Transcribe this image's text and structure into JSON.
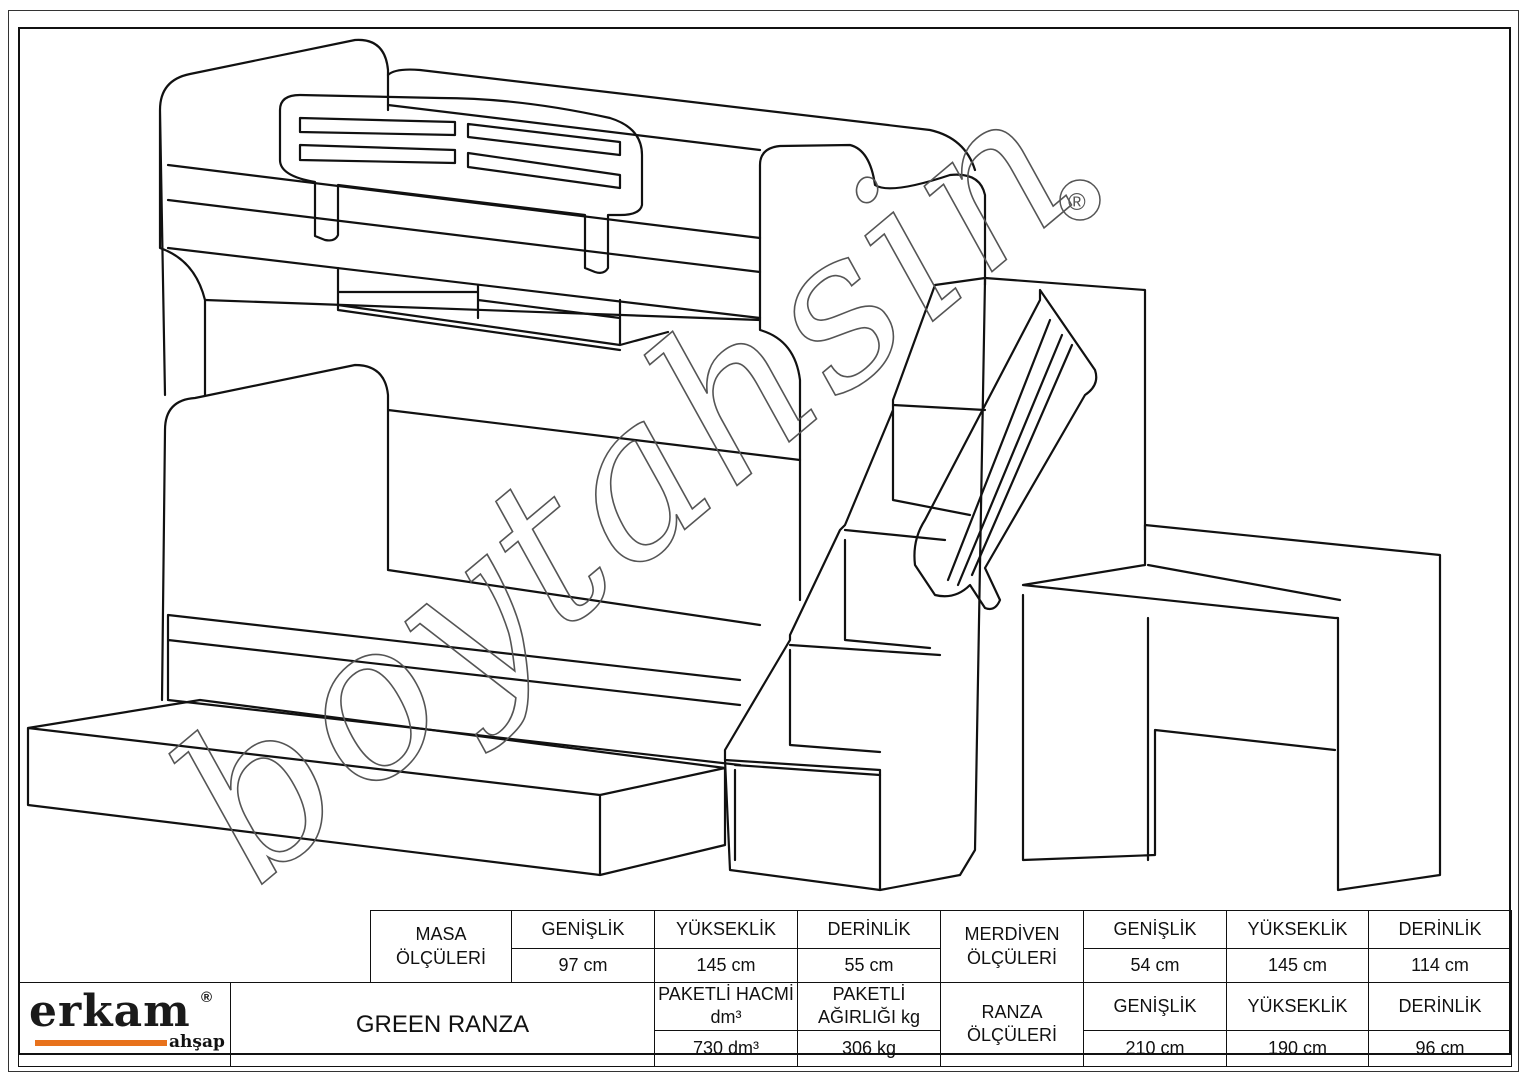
{
  "watermark": {
    "text": "boytahsin",
    "mark": "®"
  },
  "brand": {
    "name": "erkam",
    "sub": "ahşap",
    "mark": "®",
    "accent": "#e8721c"
  },
  "product_name": "GREEN RANZA",
  "desk": {
    "title_1": "MASA",
    "title_2": "ÖLÇÜLERİ",
    "width_label": "GENİŞLİK",
    "height_label": "YÜKSEKLİK",
    "depth_label": "DERİNLİK",
    "width": "97 cm",
    "height": "145 cm",
    "depth": "55 cm"
  },
  "stairs": {
    "title_1": "MERDİVEN",
    "title_2": "ÖLÇÜLERİ",
    "width_label": "GENİŞLİK",
    "height_label": "YÜKSEKLİK",
    "depth_label": "DERİNLİK",
    "width": "54 cm",
    "height": "145 cm",
    "depth": "114 cm"
  },
  "package": {
    "volume_label": "PAKETLİ HACMİ dm³",
    "weight_label": "PAKETLİ AĞIRLIĞI kg",
    "volume": "730 dm³",
    "weight": "306 kg"
  },
  "bed": {
    "title_1": "RANZA",
    "title_2": "ÖLÇÜLERİ",
    "width_label": "GENİŞLİK",
    "height_label": "YÜKSEKLİK",
    "depth_label": "DERİNLİK",
    "width": "210 cm",
    "height": "190 cm",
    "depth": "96 cm"
  }
}
